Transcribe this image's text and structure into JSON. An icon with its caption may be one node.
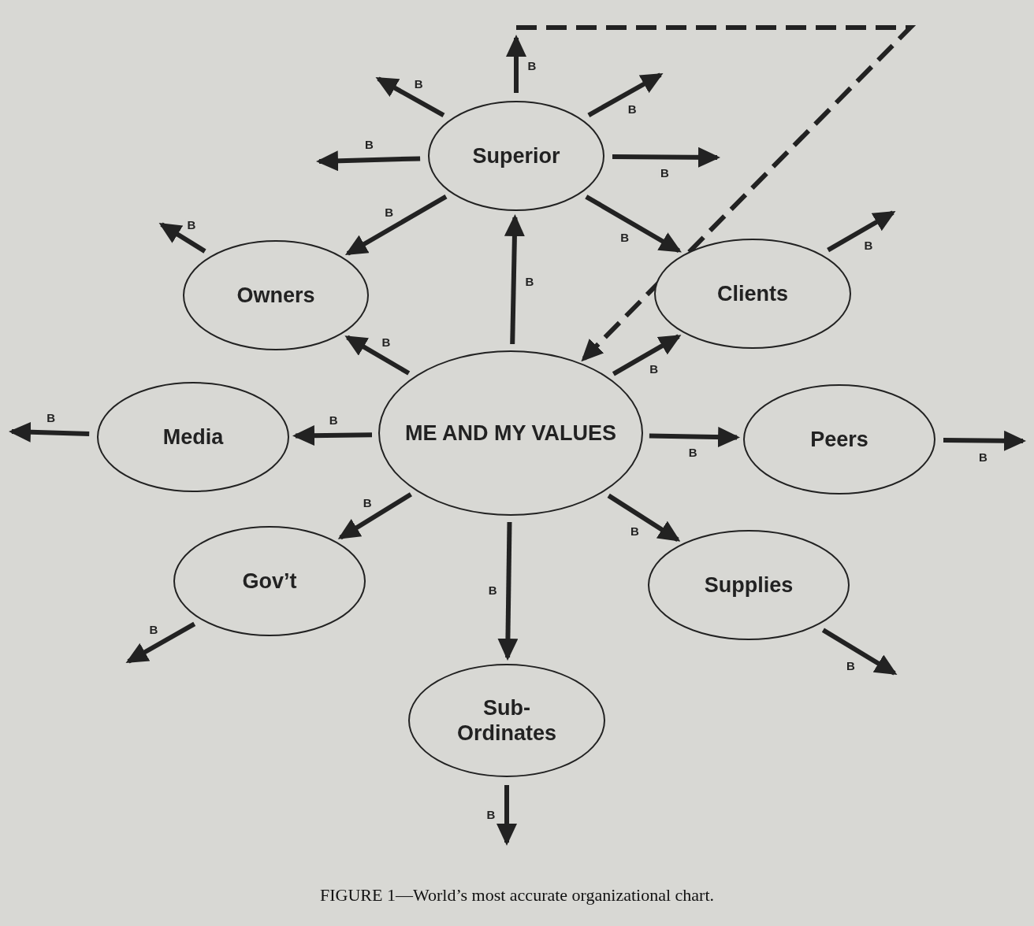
{
  "diagram": {
    "caption": "FIGURE 1—World’s most accurate organizational chart.",
    "nodes": [
      {
        "text": [
          "Superior"
        ]
      },
      {
        "text": [
          "Owners"
        ]
      },
      {
        "text": [
          "Clients"
        ]
      },
      {
        "text": [
          "Media"
        ]
      },
      {
        "text": [
          "ME AND MY VALUES"
        ]
      },
      {
        "text": [
          "Peers"
        ]
      },
      {
        "text": [
          "Gov’t"
        ]
      },
      {
        "text": [
          "Supplies"
        ]
      },
      {
        "text": [
          "Sub- Ordinates"
        ]
      }
    ],
    "edges": [
      {
        "from": 4,
        "to": 0,
        "arrow": "to",
        "label": "B"
      },
      {
        "from": 4,
        "to": 1,
        "arrow": "to",
        "label": "B"
      },
      {
        "from": 4,
        "to": 2,
        "arrow": "to",
        "label": "B"
      },
      {
        "from": 4,
        "to": 3,
        "arrow": "to",
        "label": "B"
      },
      {
        "from": 4,
        "to": 5,
        "arrow": "to",
        "label": "B"
      },
      {
        "from": 4,
        "to": 6,
        "arrow": "to",
        "label": "B"
      },
      {
        "from": 4,
        "to": 7,
        "arrow": "to",
        "label": "B"
      },
      {
        "from": 4,
        "to": 8,
        "arrow": "to",
        "label": "B"
      },
      {
        "from": 0,
        "to": null,
        "arrow": "to",
        "label": "B"
      },
      {
        "from": 0,
        "to": null,
        "arrow": "to",
        "label": "B"
      },
      {
        "from": 0,
        "to": null,
        "arrow": "to",
        "label": "B"
      },
      {
        "from": 0,
        "to": null,
        "arrow": "to",
        "label": "B"
      },
      {
        "from": 0,
        "to": null,
        "arrow": "to",
        "label": "B"
      },
      {
        "from": 0,
        "to": 1,
        "arrow": "to",
        "label": "B"
      },
      {
        "from": 0,
        "to": 2,
        "arrow": "to",
        "label": "B"
      },
      {
        "from": 1,
        "to": null,
        "arrow": "to",
        "label": "B"
      },
      {
        "from": 2,
        "to": null,
        "arrow": "to",
        "label": "B"
      },
      {
        "from": 3,
        "to": null,
        "arrow": "to",
        "label": "B"
      },
      {
        "from": 5,
        "to": null,
        "arrow": "to",
        "label": "B"
      },
      {
        "from": 6,
        "to": null,
        "arrow": "to",
        "label": "B"
      },
      {
        "from": 7,
        "to": null,
        "arrow": "to",
        "label": "B"
      },
      {
        "from": 8,
        "to": null,
        "arrow": "to",
        "label": "B"
      },
      {
        "from": null,
        "to": 4,
        "arrow": "to",
        "style": "dashed"
      }
    ]
  }
}
